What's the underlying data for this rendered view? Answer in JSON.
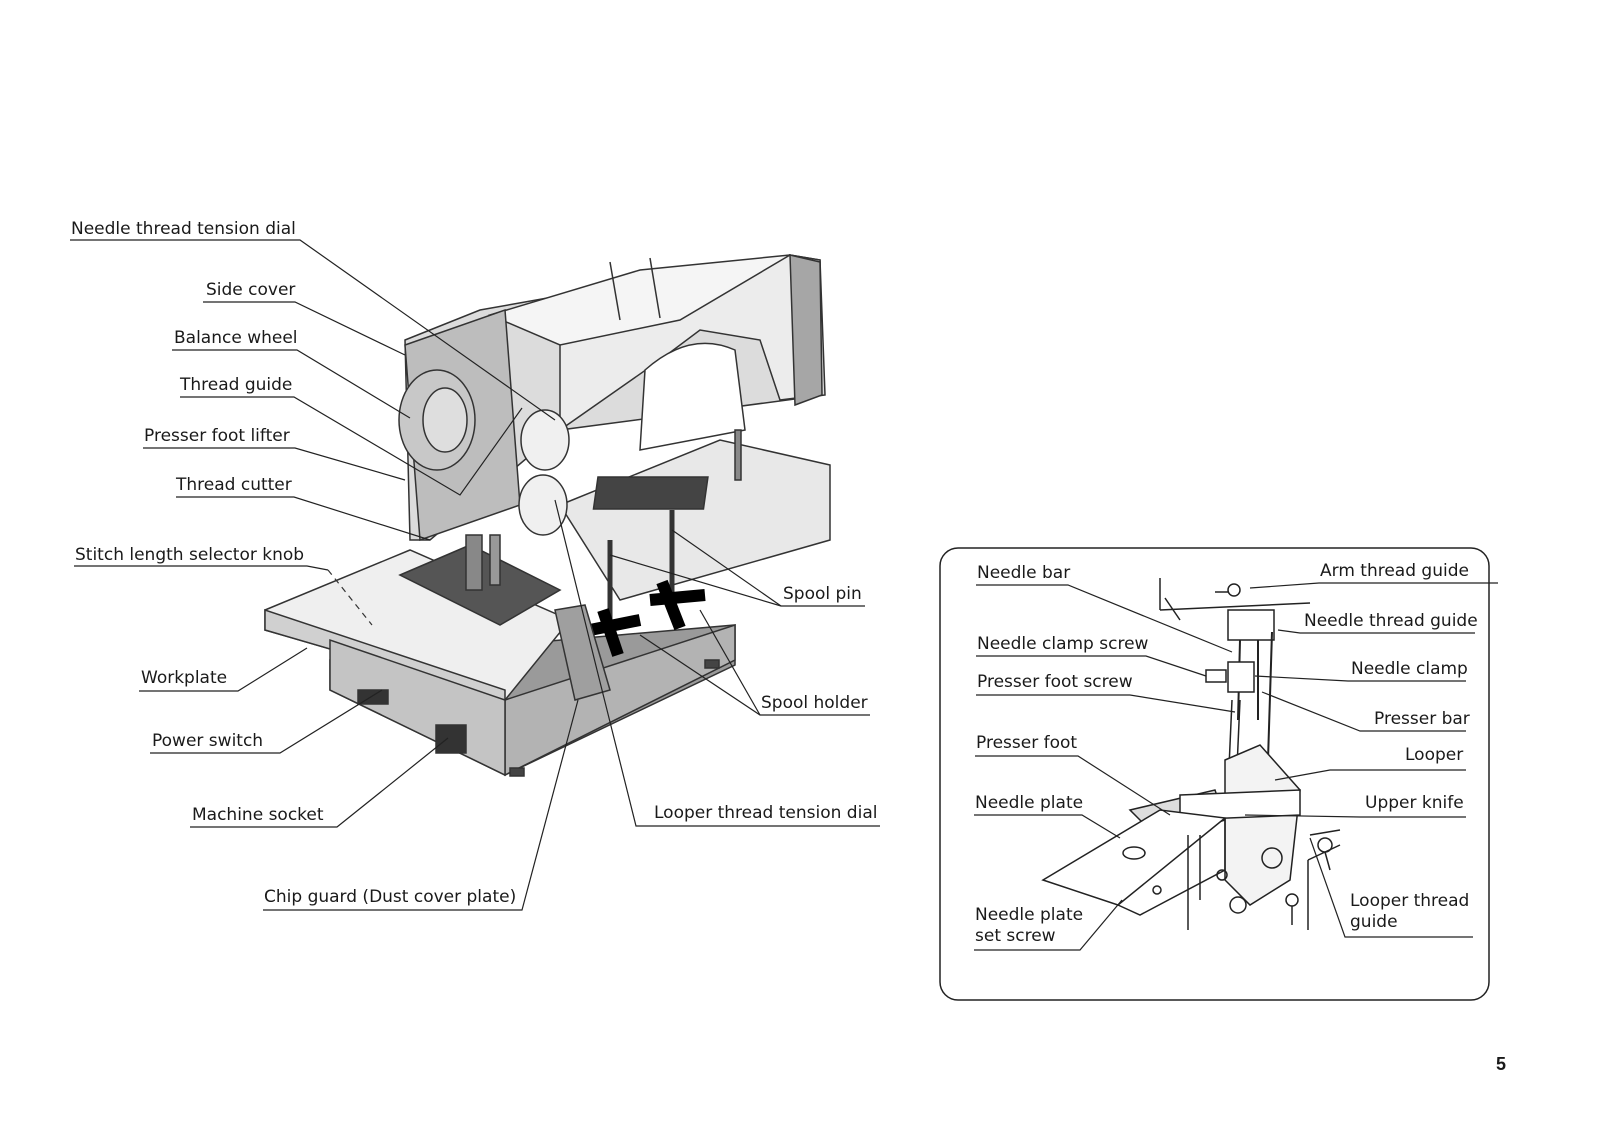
{
  "main_figure": {
    "labels": {
      "needle_thread_tension_dial": "Needle thread tension dial",
      "side_cover": "Side cover",
      "balance_wheel": "Balance wheel",
      "thread_guide": "Thread guide",
      "presser_foot_lifter": "Presser foot lifter",
      "thread_cutter": "Thread cutter",
      "stitch_length_selector_knob": "Stitch length selector knob",
      "workplate": "Workplate",
      "power_switch": "Power switch",
      "machine_socket": "Machine socket",
      "chip_guard": "Chip guard (Dust cover plate)",
      "spool_pin": "Spool pin",
      "spool_holder": "Spool holder",
      "looper_thread_tension_dial": "Looper thread tension dial"
    }
  },
  "inset_figure": {
    "labels": {
      "needle_bar": "Needle bar",
      "needle_clamp_screw": "Needle clamp screw",
      "presser_foot_screw": "Presser foot screw",
      "presser_foot": "Presser foot",
      "needle_plate": "Needle plate",
      "needle_plate_set_screw_1": "Needle plate",
      "needle_plate_set_screw_2": "set screw",
      "arm_thread_guide": "Arm thread guide",
      "needle_thread_guide": "Needle thread guide",
      "needle_clamp": "Needle clamp",
      "presser_bar": "Presser bar",
      "looper": "Looper",
      "upper_knife": "Upper knife",
      "looper_thread_guide_1": "Looper thread",
      "looper_thread_guide_2": "guide"
    }
  },
  "page_number": "5"
}
